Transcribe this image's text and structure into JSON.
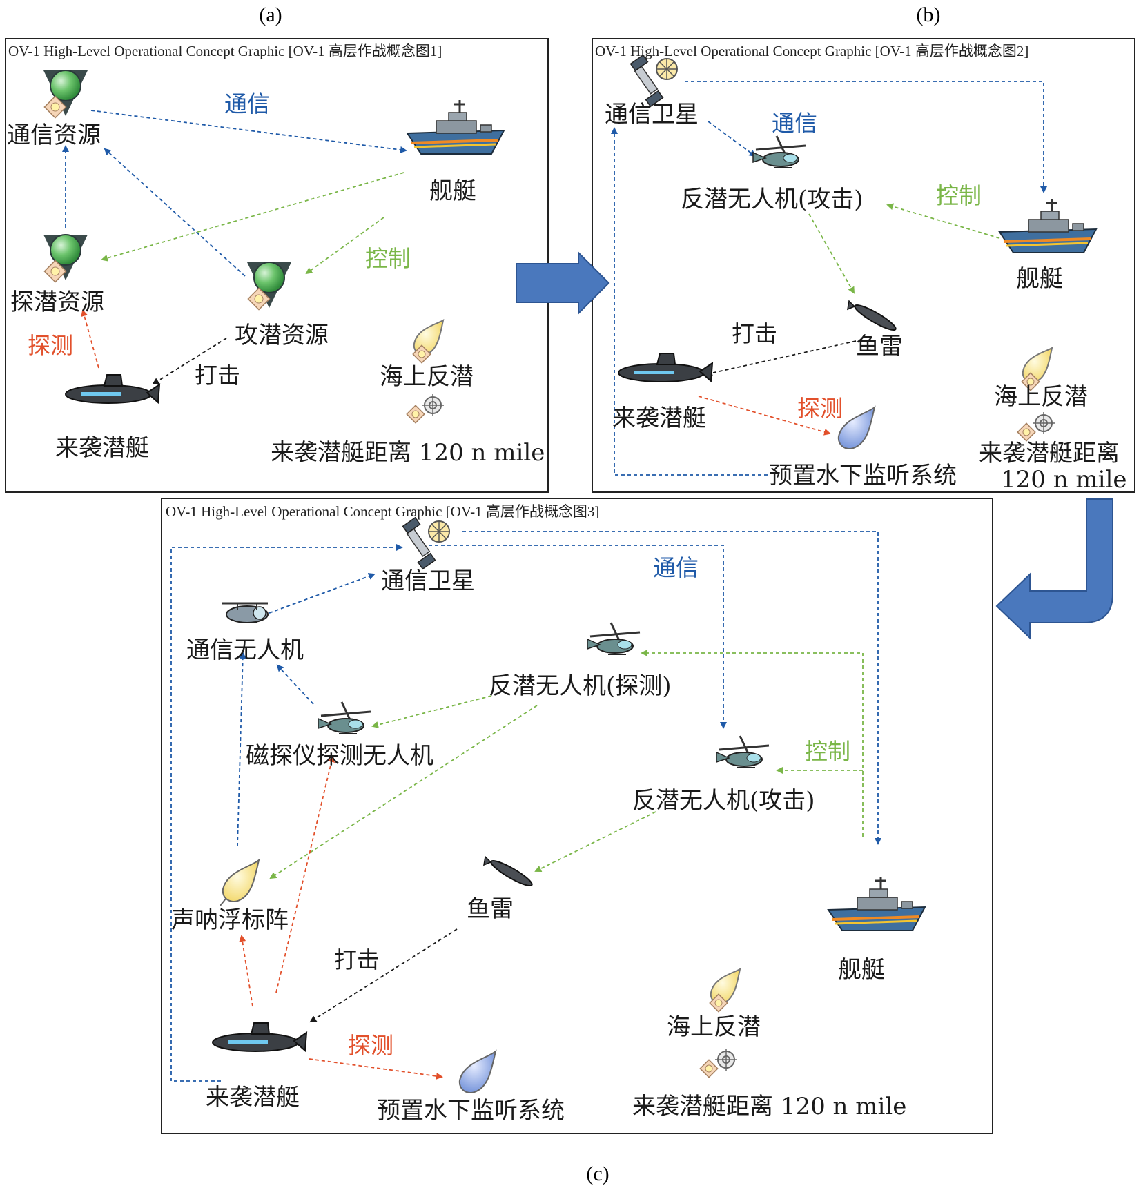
{
  "captions": {
    "a": "(a)",
    "b": "(b)",
    "c": "(c)"
  },
  "panel_a": {
    "title": "OV-1 High-Level Operational Concept Graphic [OV-1 高层作战概念图1]",
    "nodes": {
      "comm_resource": "通信资源",
      "ship": "舰艇",
      "asw_detect_resource": "探潜资源",
      "asw_attack_resource": "攻潜资源",
      "enemy_sub": "来袭潜艇",
      "sea_asw": "海上反潜",
      "distance": "来袭潜艇距离 120 n mile"
    },
    "edges": {
      "comm": "通信",
      "control": "控制",
      "detect": "探测",
      "strike": "打击"
    }
  },
  "panel_b": {
    "title": "OV-1 High-Level Operational Concept Graphic [OV-1 高层作战概念图2]",
    "nodes": {
      "comm_satellite": "通信卫星",
      "asw_uav_attack": "反潜无人机(攻击)",
      "ship": "舰艇",
      "torpedo": "鱼雷",
      "enemy_sub": "来袭潜艇",
      "sea_asw": "海上反潜",
      "distance_line1": "来袭潜艇距离",
      "distance_line2": "120 n mile",
      "underwater_system": "预置水下监听系统"
    },
    "edges": {
      "comm": "通信",
      "control": "控制",
      "detect": "探测",
      "strike": "打击"
    }
  },
  "panel_c": {
    "title": "OV-1 High-Level Operational Concept Graphic [OV-1 高层作战概念图3]",
    "nodes": {
      "comm_satellite": "通信卫星",
      "comm_uav": "通信无人机",
      "asw_uav_detect": "反潜无人机(探测)",
      "mad_uav": "磁探仪探测无人机",
      "asw_uav_attack": "反潜无人机(攻击)",
      "sonobuoy": "声呐浮标阵",
      "torpedo": "鱼雷",
      "ship": "舰艇",
      "enemy_sub": "来袭潜艇",
      "underwater_system": "预置水下监听系统",
      "sea_asw": "海上反潜",
      "distance": "来袭潜艇距离 120 n mile"
    },
    "edges": {
      "comm": "通信",
      "control": "控制",
      "detect": "探测",
      "strike": "打击"
    }
  },
  "colors": {
    "comm": "#1f5aa8",
    "control": "#7ab648",
    "detect": "#e2502b",
    "strike": "#1a1a1a",
    "flow_arrow": "#4a78bd"
  }
}
